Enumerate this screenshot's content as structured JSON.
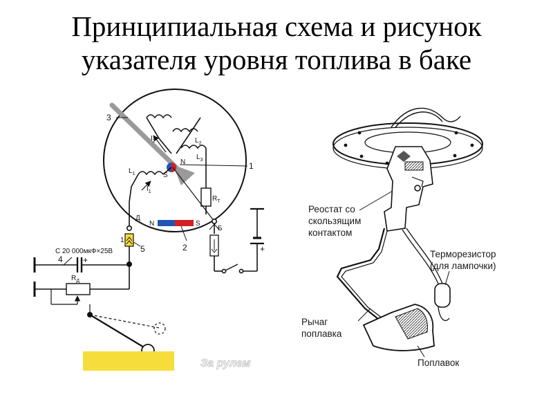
{
  "title": {
    "line1": "Принципиальная схема и рисунок",
    "line2": "указателя уровня топлива в баке"
  },
  "schematic": {
    "callouts": {
      "n1": "1",
      "n2": "2",
      "n3": "3",
      "n4": "4",
      "n5": "5"
    },
    "coils": {
      "l1": "L",
      "l1_sub": "1",
      "l2": "L",
      "l2_sub": "2",
      "l3": "L",
      "l3_sub": "3"
    },
    "currents": {
      "i1": "I",
      "i1_sub": "1",
      "i2": "I",
      "i2_sub": "2"
    },
    "magnet": {
      "north": "N",
      "south": "S"
    },
    "pointer_magnet": {
      "north": "N",
      "south": "S"
    },
    "thermistor": {
      "symbol": "R",
      "sub": "T"
    },
    "terminals": {
      "d": "Д",
      "b": "Б"
    },
    "fuse": "1",
    "capacitor": "C 20 000мкФ×25В",
    "cap_plus": "+",
    "battery_plus": "+",
    "rheostat": {
      "symbol": "R",
      "sub": "Д"
    },
    "watermark": "За рулем"
  },
  "drawing": {
    "rheostat_label": [
      "Реостат со",
      "скользящим",
      "контактом"
    ],
    "thermoresistor_label": [
      "Терморезистор",
      "(для лампочки)"
    ],
    "lever_label": [
      "Рычаг",
      "поплавка"
    ],
    "float_label": "Поплавок"
  },
  "colors": {
    "magnet_north": "#1f56b5",
    "magnet_south": "#d42020",
    "fuel": "#f6dd3c",
    "fuse": "#f6dd3c",
    "watermark": "#c9c9c9"
  }
}
